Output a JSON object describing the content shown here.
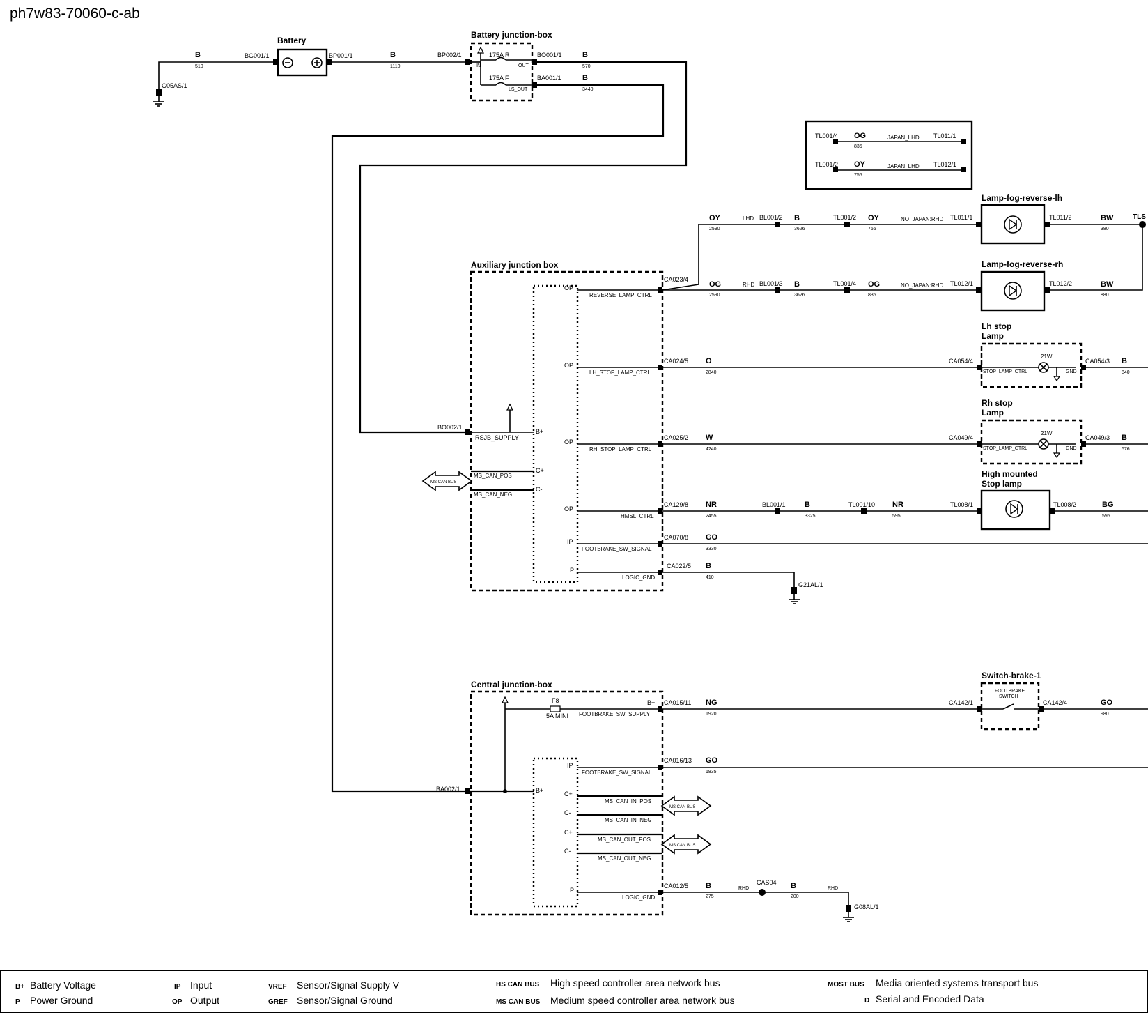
{
  "doc_id": "ph7w83-70060-c-ab",
  "battery": {
    "title": "Battery",
    "conn_left": "BG001/1",
    "conn_right": "BP001/1",
    "ground": "G05AS/1",
    "wire_left": {
      "color": "B",
      "num": "510"
    },
    "wire_right": {
      "color": "B",
      "num": "1110"
    }
  },
  "bjb": {
    "title": "Battery junction-box",
    "in_conn": "BP002/1",
    "in_label": "IN",
    "fuse_r": "175A R",
    "fuse_f": "175A F",
    "out_label": "OUT",
    "ls_out_label": "LS_OUT",
    "out_conn": "BO001/1",
    "ls_out_conn": "BA001/1",
    "wire_out": {
      "color": "B",
      "num": "570"
    },
    "wire_ls": {
      "color": "B",
      "num": "3440"
    }
  },
  "inset": {
    "rows": [
      {
        "from": "TL001/4",
        "color": "OG",
        "num": "835",
        "cond": "JAPAN_LHD",
        "to": "TL011/1"
      },
      {
        "from": "TL001/2",
        "color": "OY",
        "num": "755",
        "cond": "JAPAN_LHD",
        "to": "TL012/1"
      }
    ]
  },
  "ajb": {
    "title": "Auxiliary junction box",
    "supply_conn": "BO002/1",
    "supply_label": "RSJB_SUPPLY",
    "supply_type": "B+",
    "bus_label": "MS CAN BUS",
    "can_pos": "MS_CAN_POS",
    "can_neg": "MS_CAN_NEG",
    "can_pos_type": "C+",
    "can_neg_type": "C-",
    "pins": [
      {
        "type": "OP",
        "label": "REVERSE_LAMP_CTRL",
        "conn": "CA023/4"
      },
      {
        "type": "OP",
        "label": "LH_STOP_LAMP_CTRL",
        "conn": "CA024/5",
        "color": "O",
        "num": "2840"
      },
      {
        "type": "OP",
        "label": "RH_STOP_LAMP_CTRL",
        "conn": "CA025/2",
        "color": "W",
        "num": "4240"
      },
      {
        "type": "OP",
        "label": "HMSL_CTRL",
        "conn": "CA129/8",
        "color": "NR",
        "num": "2455"
      },
      {
        "type": "IP",
        "label": "FOOTBRAKE_SW_SIGNAL",
        "conn": "CA070/8",
        "color": "GO",
        "num": "3330"
      },
      {
        "type": "P",
        "label": "LOGIC_GND",
        "conn": "CA022/5",
        "color": "B",
        "num": "410",
        "ground": "G21AL/1"
      }
    ]
  },
  "reverse": {
    "upper": {
      "color1": "OY",
      "num1": "2590",
      "cond1": "LHD",
      "splice": "BL001/2",
      "color2": "B",
      "num2": "3626",
      "conn2": "TL001/2",
      "color3": "OY",
      "num3": "755",
      "cond2": "NO_JAPAN:RHD",
      "lamp_conn": "TL011/1",
      "lamp": "Lamp-fog-reverse-lh",
      "out_conn": "TL011/2",
      "out_color": "BW",
      "out_num": "380",
      "end": "TLS"
    },
    "lower": {
      "color1": "OG",
      "num1": "2590",
      "cond1": "RHD",
      "splice": "BL001/3",
      "color2": "B",
      "num2": "3626",
      "conn2": "TL001/4",
      "color3": "OG",
      "num3": "835",
      "cond2": "NO_JAPAN:RHD",
      "lamp_conn": "TL012/1",
      "lamp": "Lamp-fog-reverse-rh",
      "out_conn": "TL012/2",
      "out_color": "BW",
      "out_num": "880"
    }
  },
  "lh_stop": {
    "title_1": "Lh stop",
    "title_2": "Lamp",
    "in_conn": "CA054/4",
    "label": "STOP_LAMP_CTRL",
    "watt": "21W",
    "gnd": "GND",
    "out_conn": "CA054/3",
    "out_color": "B",
    "out_num": "840"
  },
  "rh_stop": {
    "title_1": "Rh stop",
    "title_2": "Lamp",
    "in_conn": "CA049/4",
    "label": "STOP_LAMP_CTRL",
    "watt": "21W",
    "gnd": "GND",
    "out_conn": "CA049/3",
    "out_color": "B",
    "out_num": "576"
  },
  "hmsl": {
    "title_1": "High mounted",
    "title_2": "Stop lamp",
    "splice": "BL001/1",
    "color2": "B",
    "num2": "3325",
    "conn2": "TL001/10",
    "color3": "NR",
    "num3": "595",
    "in_conn": "TL008/1",
    "out_conn": "TL008/2",
    "out_color": "BG",
    "out_num": "595"
  },
  "cjb": {
    "title": "Central junction-box",
    "supply_conn": "BA002/1",
    "supply_type": "B+",
    "fuse": "F8",
    "fuse_rating": "5A MINI",
    "fsw_supply_type": "B+",
    "fsw_supply": "FOOTBRAKE_SW_SUPPLY",
    "fsw_supply_conn": "CA015/11",
    "fsw_supply_color": "NG",
    "fsw_supply_num": "1920",
    "fsw_sig_type": "IP",
    "fsw_sig": "FOOTBRAKE_SW_SIGNAL",
    "fsw_sig_conn": "CA016/13",
    "fsw_sig_color": "GO",
    "fsw_sig_num": "1835",
    "bus_label": "MS CAN BUS",
    "can": [
      {
        "type": "C+",
        "label": "MS_CAN_IN_POS"
      },
      {
        "type": "C-",
        "label": "MS_CAN_IN_NEG"
      },
      {
        "type": "C+",
        "label": "MS_CAN_OUT_POS"
      },
      {
        "type": "C-",
        "label": "MS_CAN_OUT_NEG"
      }
    ],
    "gnd_type": "P",
    "gnd_label": "LOGIC_GND",
    "gnd_conn": "CA012/5",
    "gnd_color": "B",
    "gnd_num": "275",
    "gnd_cond": "RHD",
    "gnd_splice": "CAS04",
    "gnd_color2": "B",
    "gnd_num2": "200",
    "gnd_cond2": "RHD",
    "ground": "G08AL/1"
  },
  "switch": {
    "title": "Switch-brake-1",
    "label_1": "FOOTBRAKE",
    "label_2": "SWITCH",
    "in_conn": "CA142/1",
    "out_conn": "CA142/4",
    "out_color": "GO",
    "out_num": "980"
  },
  "legend": [
    {
      "abbr": "B+",
      "text": "Battery Voltage"
    },
    {
      "abbr": "P",
      "text": "Power Ground"
    },
    {
      "abbr": "IP",
      "text": "Input"
    },
    {
      "abbr": "OP",
      "text": "Output"
    },
    {
      "abbr": "VREF",
      "text": "Sensor/Signal Supply V"
    },
    {
      "abbr": "GREF",
      "text": "Sensor/Signal Ground"
    },
    {
      "abbr": "HS CAN BUS",
      "text": "High speed controller area network bus"
    },
    {
      "abbr": "MS CAN BUS",
      "text": "Medium speed controller area network bus"
    },
    {
      "abbr": "MOST BUS",
      "text": "Media oriented systems transport bus"
    },
    {
      "abbr": "D",
      "text": "Serial and Encoded Data"
    }
  ],
  "colors": {
    "line": "#000000",
    "background": "#ffffff"
  }
}
